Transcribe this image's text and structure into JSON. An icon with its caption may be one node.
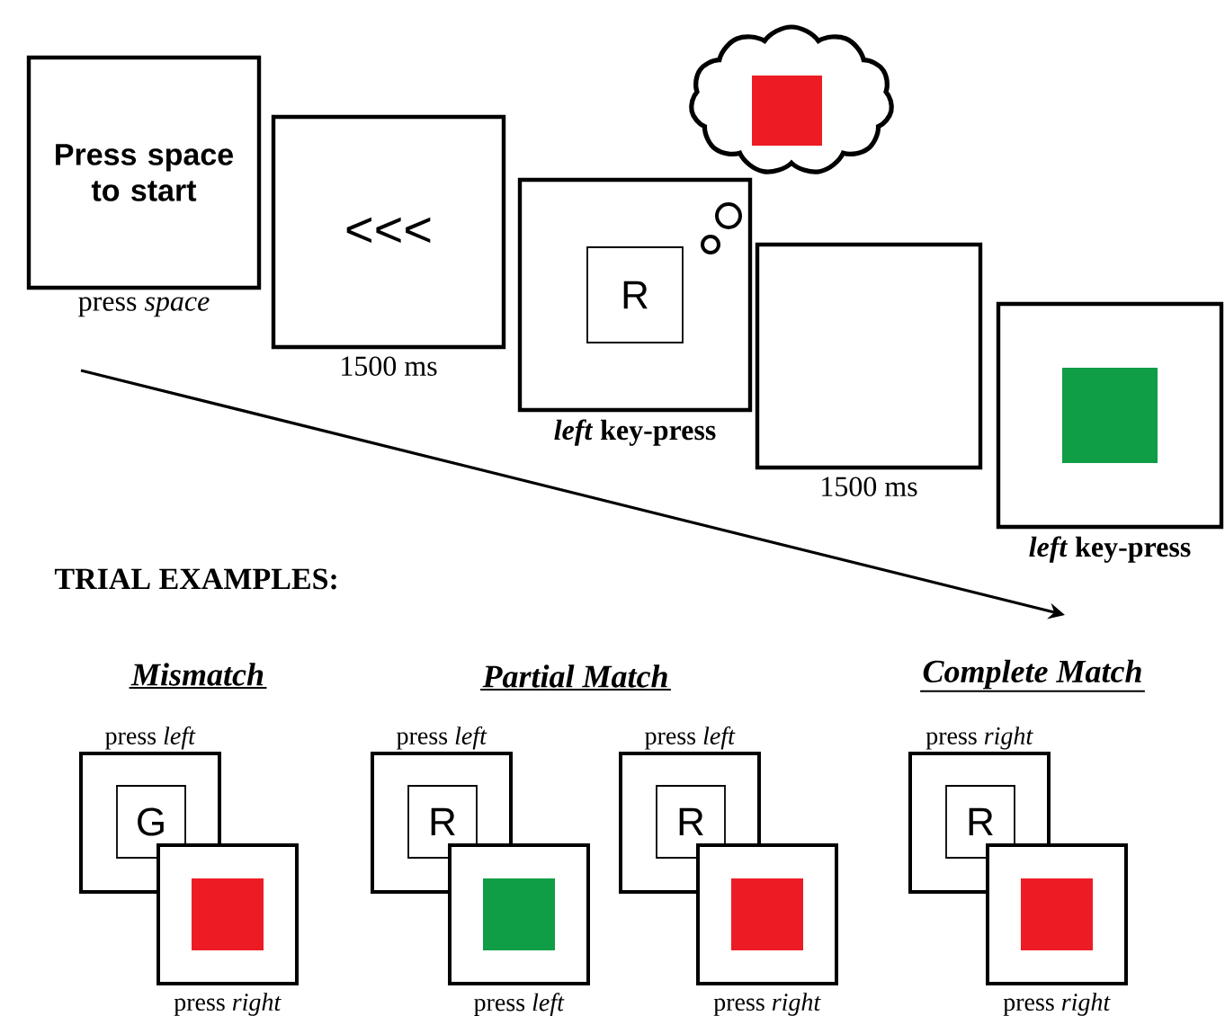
{
  "diagram": {
    "nodes": [
      {
        "text": [
          "Press space to start"
        ],
        "beside": [
          "press *space*"
        ]
      },
      {
        "text": [
          "<<<"
        ],
        "beside": [
          "1500 ms"
        ]
      },
      {
        "text": [],
        "shape": "box",
        "beside": [
          "*left* key-press"
        ]
      },
      {
        "text": [
          "R"
        ],
        "in": 2
      },
      {
        "text": [],
        "shape": "box",
        "beside": [
          "1500 ms"
        ]
      },
      {
        "text": [],
        "shape": "box",
        "beside": [
          "*left* key-press"
        ]
      },
      {
        "text": [],
        "shape": "box",
        "beside": [
          "press *left*"
        ]
      },
      {
        "text": [
          "G"
        ],
        "in": 6
      },
      {
        "text": [],
        "shape": "box",
        "beside": [
          "press *right*"
        ]
      },
      {
        "text": [],
        "shape": "box",
        "beside": [
          "press *left*"
        ]
      },
      {
        "text": [
          "R"
        ],
        "in": 9
      },
      {
        "text": [],
        "shape": "box",
        "beside": [
          "press *left*"
        ]
      },
      {
        "text": [],
        "shape": "box",
        "beside": [
          "press *left*"
        ]
      },
      {
        "text": [
          "R"
        ],
        "in": 12
      },
      {
        "text": [],
        "shape": "box",
        "beside": [
          "press *right*"
        ]
      },
      {
        "text": [],
        "shape": "box",
        "beside": [
          "press *right*"
        ]
      },
      {
        "text": [
          "R"
        ],
        "in": 15
      },
      {
        "text": [],
        "shape": "box",
        "beside": [
          "press *right*"
        ]
      }
    ],
    "labels": [
      "TRIAL EXAMPLES:",
      "Mismatch",
      "Partial Match",
      "Complete Match"
    ]
  }
}
